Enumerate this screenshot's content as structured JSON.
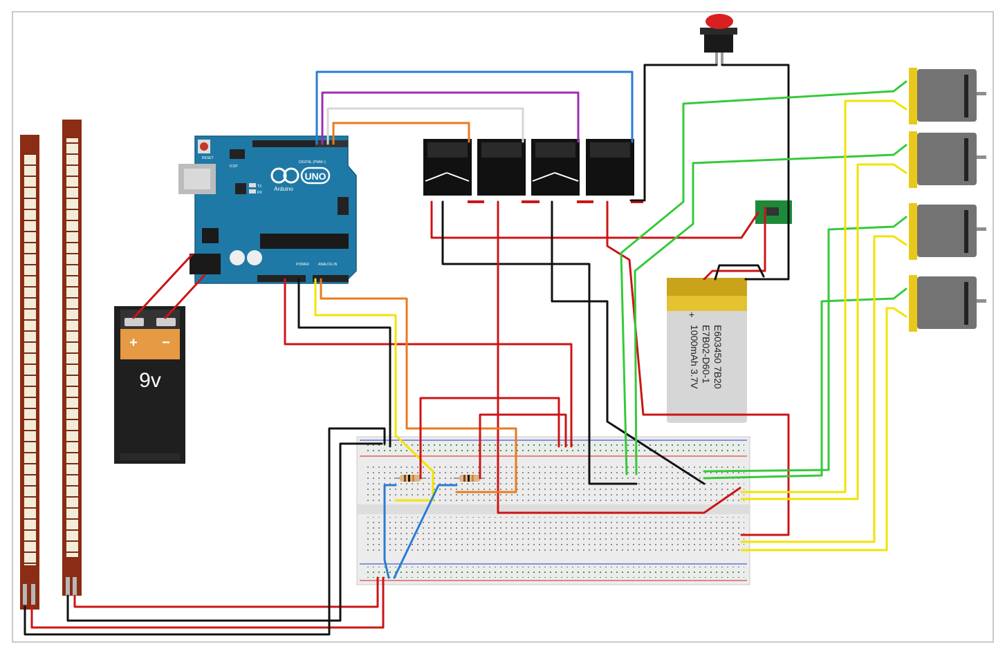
{
  "arduino": {
    "logo_text": "UNO",
    "brand_text": "Arduino",
    "reset_label": "RESET",
    "icsp_label": "ICSP",
    "digital_label": "DIGITAL (PWM~)",
    "power_label": "POWER",
    "analog_label": "ANALOG IN",
    "tx_label": "TX",
    "rx_label": "RX",
    "board_color": "#1f79a6"
  },
  "battery_9v": {
    "voltage_label": "9v",
    "plus_label": "+",
    "minus_label": "−"
  },
  "lipo_battery": {
    "line1": "E603450 7B20",
    "line2": "E7B02-D60-1",
    "line3": "1000mAh 3.7V",
    "plus_label": "+",
    "minus_label": "-"
  },
  "components": {
    "flex_sensor_count": 2,
    "relay_count": 4,
    "motor_count": 4,
    "resistor_count": 2,
    "push_button_color": "#d82020",
    "charger_module_color": "#1d8a3a"
  },
  "wire_colors": {
    "red": "#cc1414",
    "black": "#111111",
    "blue": "#2a7bd4",
    "purple": "#9b2fae",
    "orange": "#e87b1c",
    "yellow": "#f2e300",
    "green": "#35c93a",
    "white": "#dddddd"
  }
}
